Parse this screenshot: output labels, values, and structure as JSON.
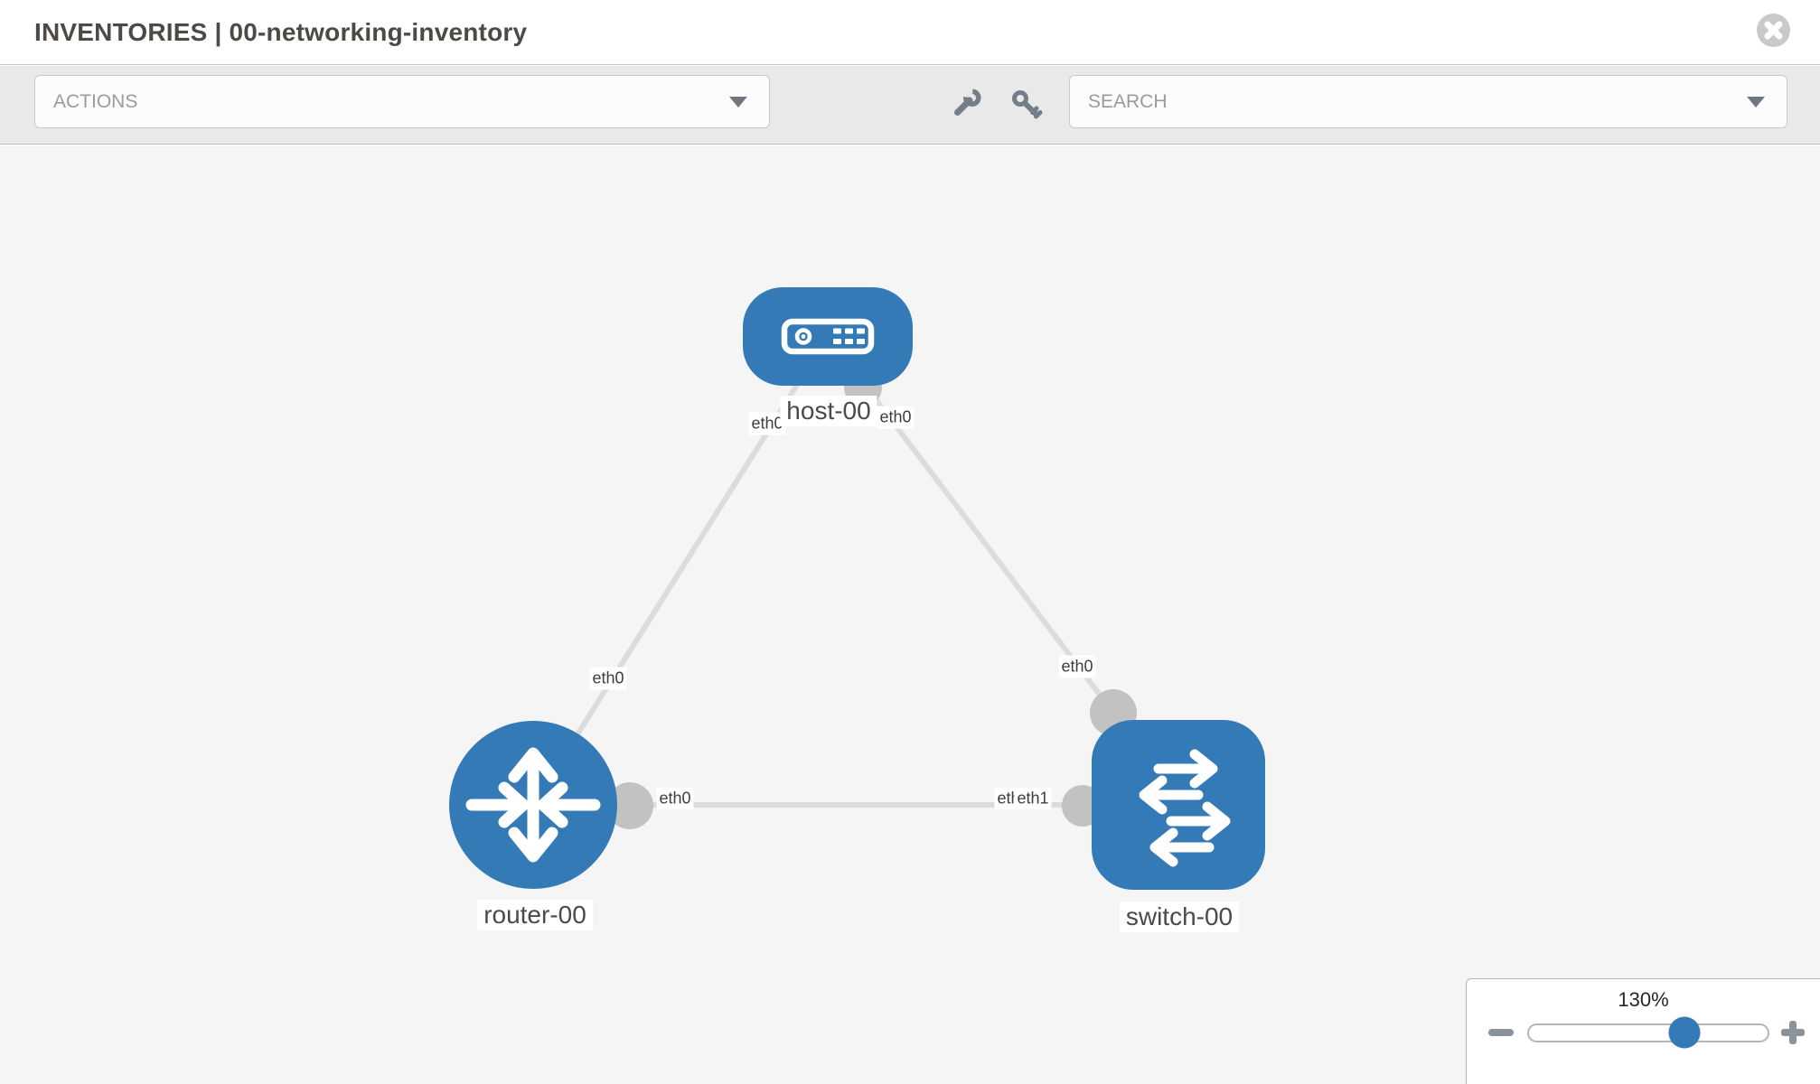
{
  "header": {
    "title": "INVENTORIES | 00-networking-inventory"
  },
  "toolbar": {
    "actions_label": "ACTIONS",
    "search_placeholder": "SEARCH",
    "icons": [
      "wrench-icon",
      "key-icon"
    ]
  },
  "graph": {
    "nodes": [
      {
        "label": "host-00",
        "type": "host"
      },
      {
        "label": "router-00",
        "type": "router"
      },
      {
        "label": "switch-00",
        "type": "switch"
      }
    ],
    "links": [
      {
        "source": "router-00",
        "source_interface": "eth0",
        "target": "host-00",
        "target_interface": "eth0"
      },
      {
        "source": "switch-00",
        "source_interface": "eth0",
        "target": "host-00",
        "target_interface": "eth0"
      },
      {
        "source": "router-00",
        "source_interface": "eth0",
        "target": "switch-00",
        "target_interface": "eth1"
      }
    ],
    "interface_labels": {
      "host_left": "eth0",
      "host_right": "eth0",
      "router_top": "eth0",
      "router_right": "eth0",
      "switch_top": "eth0",
      "switch_left_back": "eth0",
      "switch_left_front": "eth1"
    }
  },
  "zoom_control": {
    "level": "130%",
    "icons": [
      "minus-icon",
      "plus-icon"
    ]
  },
  "colors": {
    "node_blue": "#337ab7",
    "link_gray": "#dcdcdc",
    "connector_gray": "#c2c2c2",
    "toolbar_bg": "#e9e9e9",
    "canvas_bg": "#f5f5f5"
  }
}
